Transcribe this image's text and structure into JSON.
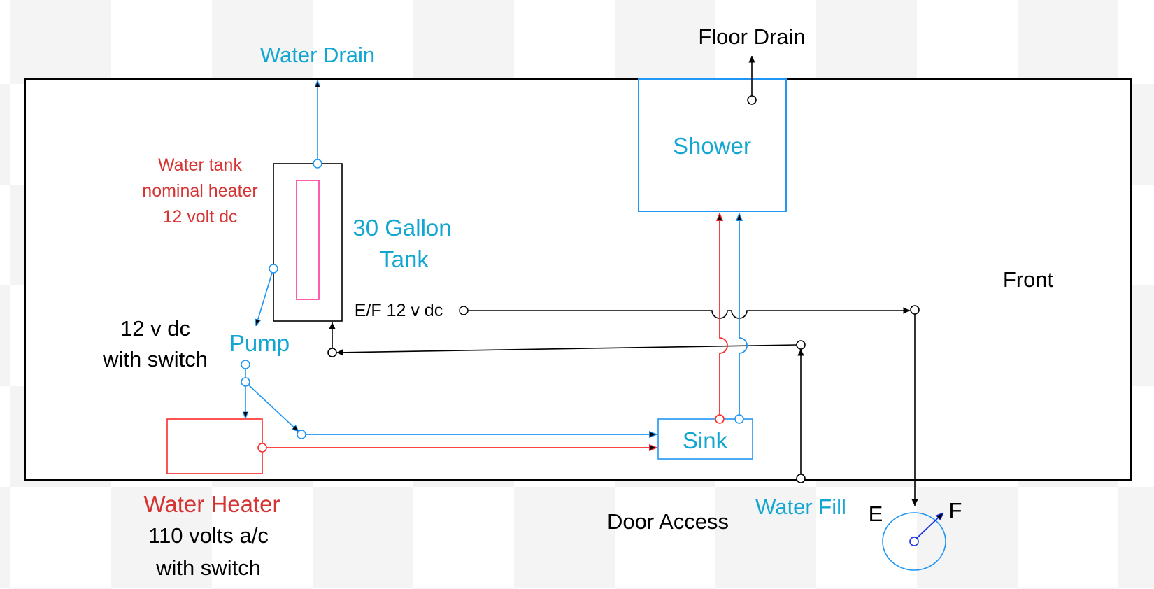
{
  "colors": {
    "label_cyan": "#12a6d2",
    "label_red": "#d63333",
    "pipe_blue": "#2196f3",
    "pipe_red": "#ff2a2a",
    "heater_element": "#ff3399",
    "wire_black": "#000000",
    "gauge_pointer": "#1a33e6"
  },
  "labels": {
    "water_drain": "Water Drain",
    "floor_drain": "Floor Drain",
    "shower": "Shower",
    "tank_heater": [
      "Water tank",
      "nominal heater",
      "12 volt dc"
    ],
    "tank": [
      "30 Gallon",
      "Tank"
    ],
    "ef_sensor": "E/F 12 v dc",
    "pump_power": [
      "12 v dc",
      "with switch"
    ],
    "pump": "Pump",
    "front": "Front",
    "sink": "Sink",
    "water_heater": "Water Heater",
    "water_heater_power": [
      "110 volts a/c",
      "with switch"
    ],
    "door_access": "Door Access",
    "water_fill": "Water Fill",
    "gauge_empty": "E",
    "gauge_full": "F"
  }
}
